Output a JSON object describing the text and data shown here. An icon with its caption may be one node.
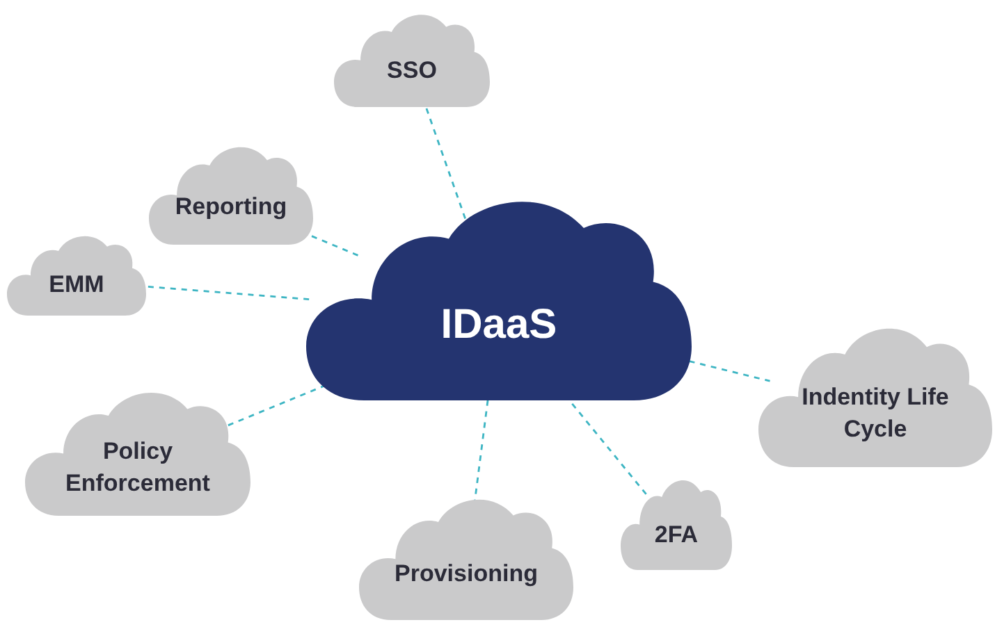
{
  "diagram": {
    "nodes": [
      {
        "text": [
          "IDaaS"
        ]
      },
      {
        "text": [
          "SSO"
        ]
      },
      {
        "text": [
          "Reporting"
        ]
      },
      {
        "text": [
          "EMM"
        ]
      },
      {
        "text": [
          "Policy Enforcement"
        ]
      },
      {
        "text": [
          "Provisioning"
        ]
      },
      {
        "text": [
          "2FA"
        ]
      },
      {
        "text": [
          "Indentity Life Cycle"
        ]
      }
    ],
    "edges": [
      {
        "from": 0,
        "to": 1,
        "arrow": "none",
        "style": "dashed"
      },
      {
        "from": 0,
        "to": 2,
        "arrow": "none",
        "style": "dashed"
      },
      {
        "from": 0,
        "to": 3,
        "arrow": "none",
        "style": "dashed"
      },
      {
        "from": 0,
        "to": 4,
        "arrow": "none",
        "style": "dashed"
      },
      {
        "from": 0,
        "to": 5,
        "arrow": "none",
        "style": "dashed"
      },
      {
        "from": 0,
        "to": 6,
        "arrow": "none",
        "style": "dashed"
      },
      {
        "from": 0,
        "to": 7,
        "arrow": "none",
        "style": "dashed"
      }
    ]
  }
}
